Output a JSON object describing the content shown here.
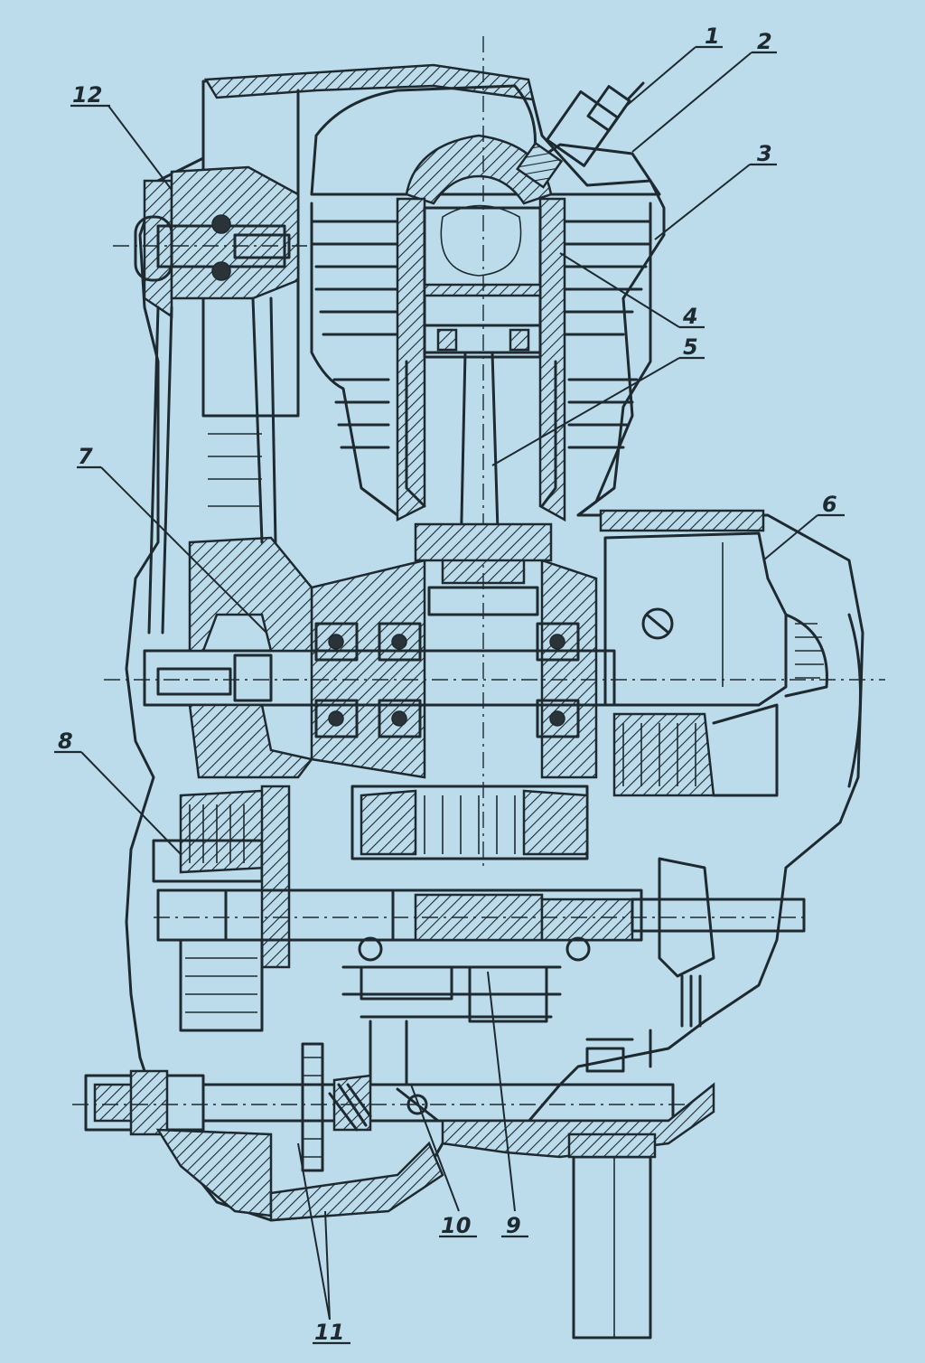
{
  "diagram": {
    "background_color": "#bcdcec",
    "line_color": "#1e2a30",
    "callouts": [
      {
        "id": "1",
        "label": "1"
      },
      {
        "id": "2",
        "label": "2"
      },
      {
        "id": "3",
        "label": "3"
      },
      {
        "id": "4",
        "label": "4"
      },
      {
        "id": "5",
        "label": "5"
      },
      {
        "id": "6",
        "label": "6"
      },
      {
        "id": "7",
        "label": "7"
      },
      {
        "id": "8",
        "label": "8"
      },
      {
        "id": "9",
        "label": "9"
      },
      {
        "id": "10",
        "label": "10"
      },
      {
        "id": "11",
        "label": "11"
      },
      {
        "id": "12",
        "label": "12"
      }
    ]
  }
}
